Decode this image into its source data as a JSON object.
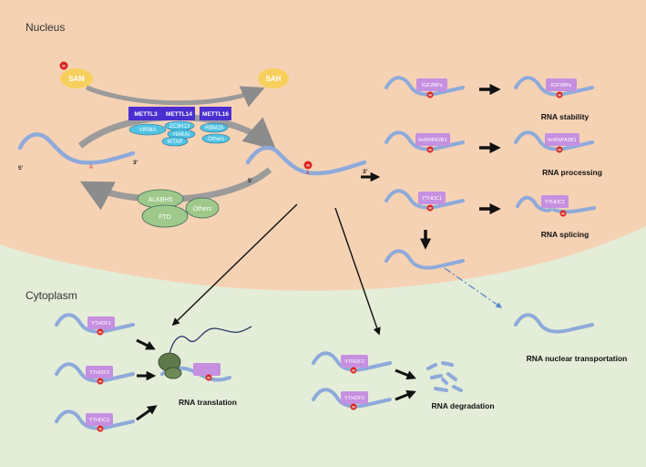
{
  "compartments": {
    "nucleus": "Nucleus",
    "cytoplasm": "Cytoplasm"
  },
  "molecules": {
    "methyl_mark": "M",
    "sam": "SAM",
    "sah": "SAH",
    "adenosine": "A",
    "five_prime": "5'",
    "three_prime": "3'"
  },
  "writers": {
    "core": [
      "METTL3",
      "METTL14",
      "METTL16"
    ],
    "cofactors": [
      "VIRMA",
      "ZC3H13",
      "HAKAI",
      "WTAP",
      "RBM15",
      "Others"
    ]
  },
  "erasers": [
    "ALKBH5",
    "FTO",
    "Others"
  ],
  "nuclear_readers": {
    "igf2bps": "IGF2BPs",
    "hnrnpa2b1": "hnRNPA2B1",
    "ythdc1": "YTHDC1"
  },
  "cytoplasmic_readers": {
    "ythdf1": "YTHDF1",
    "ythdf3": "YTHDF3",
    "ythdc2": "YTHDC2",
    "ythdf2": "YTHDF2"
  },
  "outcomes": {
    "stability": "RNA stability",
    "processing": "RNA processing",
    "splicing": "RNA splicing",
    "nuclear_transportation": "RNA nuclear transportation",
    "translation": "RNA translation",
    "degradation": "RNA degradation"
  },
  "colors": {
    "nucleus_bg": "#f6d2b4",
    "cytoplasm_bg": "#e3edd8",
    "rna_strand": "#8eaadb",
    "writer_core": "#4b2ed0",
    "writer_cofactor": "#4fc3e2",
    "eraser": "#9fc98b",
    "reader": "#c690e0",
    "methyl_mark": "#d9241e",
    "cofactor_molecule": "#f7cf5c",
    "transport_arrow": "#5b86c9"
  }
}
